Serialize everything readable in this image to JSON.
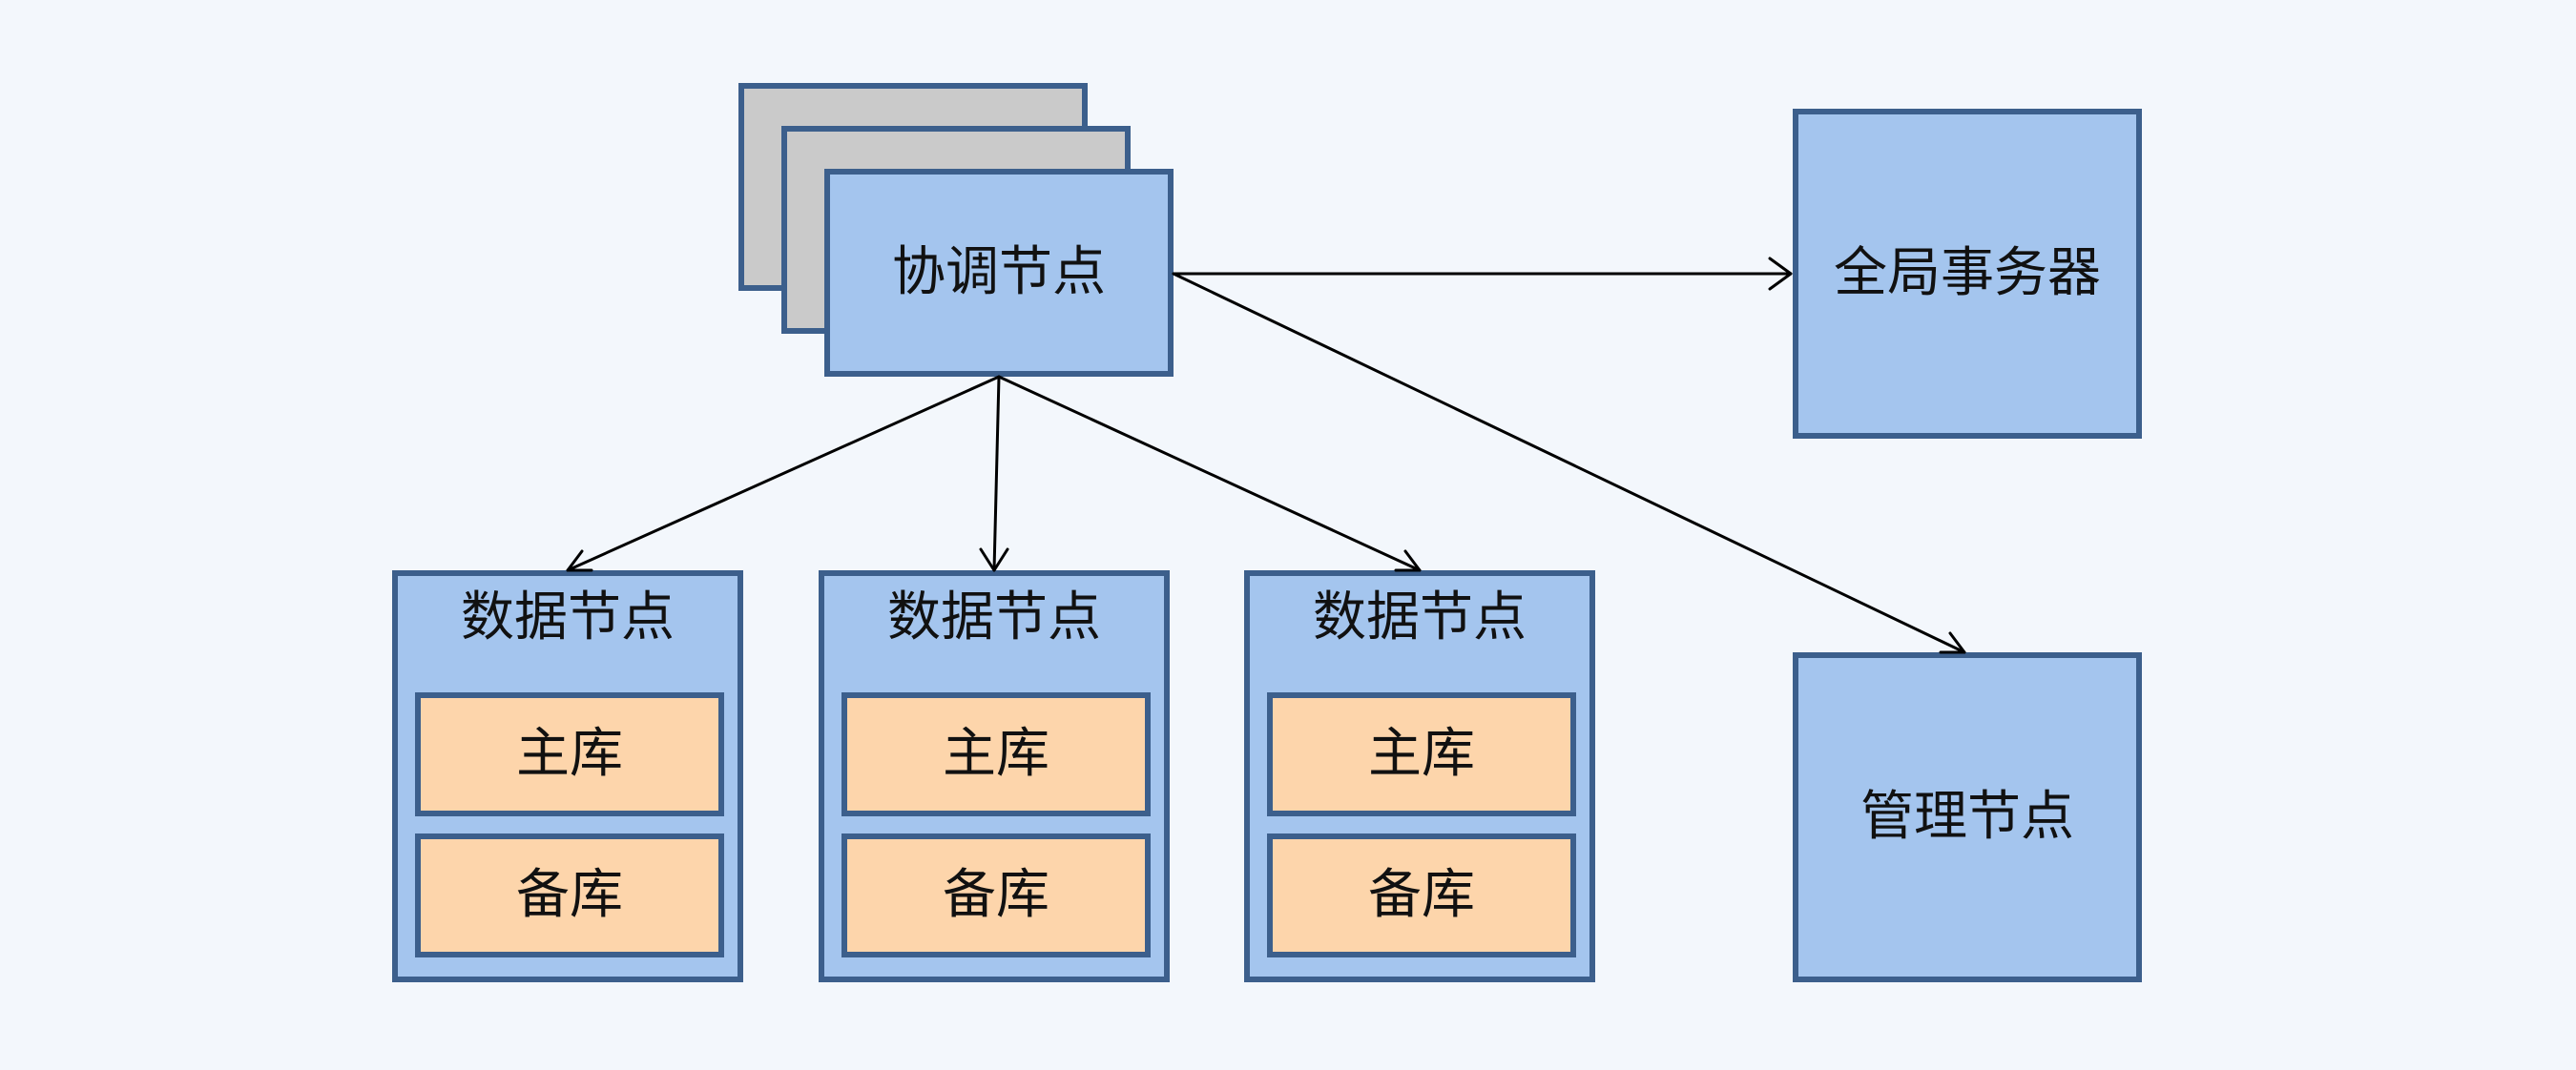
{
  "colors": {
    "background": "#f3f7fc",
    "box_blue": "#a4c5ee",
    "box_gray": "#cacaca",
    "box_orange": "#fdd5ab",
    "border": "#3c5f8c",
    "arrow": "#000000"
  },
  "coordinator": {
    "label": "协调节点"
  },
  "global_transaction_manager": {
    "label": "全局事务器"
  },
  "management_node": {
    "label": "管理节点"
  },
  "data_nodes": [
    {
      "title": "数据节点",
      "primary": "主库",
      "standby": "备库"
    },
    {
      "title": "数据节点",
      "primary": "主库",
      "standby": "备库"
    },
    {
      "title": "数据节点",
      "primary": "主库",
      "standby": "备库"
    }
  ]
}
